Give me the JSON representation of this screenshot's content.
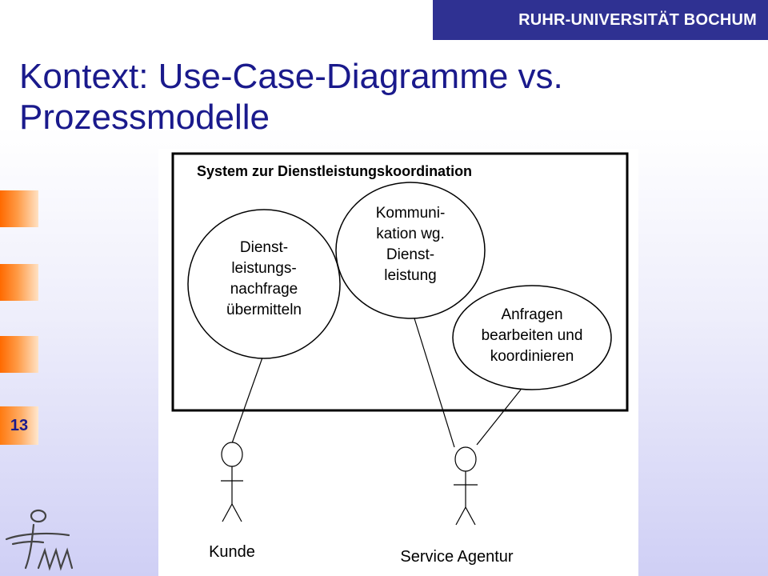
{
  "header": {
    "university": "RUHR-UNIVERSITÄT BOCHUM"
  },
  "slide": {
    "title_line1": "Kontext: Use-Case-Diagramme vs.",
    "title_line2": "Prozessmodelle",
    "page_number": "13"
  },
  "diagram": {
    "system_label": "System zur Dienstleistungskoordination",
    "use_cases": [
      {
        "lines": [
          "Dienst-",
          "leistungs-",
          "nachfrage",
          "übermitteln"
        ]
      },
      {
        "lines": [
          "Kommuni-",
          "kation wg.",
          "Dienst-",
          "leistung"
        ]
      },
      {
        "lines": [
          "Anfragen",
          "bearbeiten und",
          "koordinieren"
        ]
      }
    ],
    "actors": [
      {
        "label": "Kunde"
      },
      {
        "label": "Service Agentur"
      }
    ]
  },
  "colors": {
    "banner": "#2f3192",
    "title": "#1a1a8c",
    "accent_orange": "#ff6a00"
  }
}
